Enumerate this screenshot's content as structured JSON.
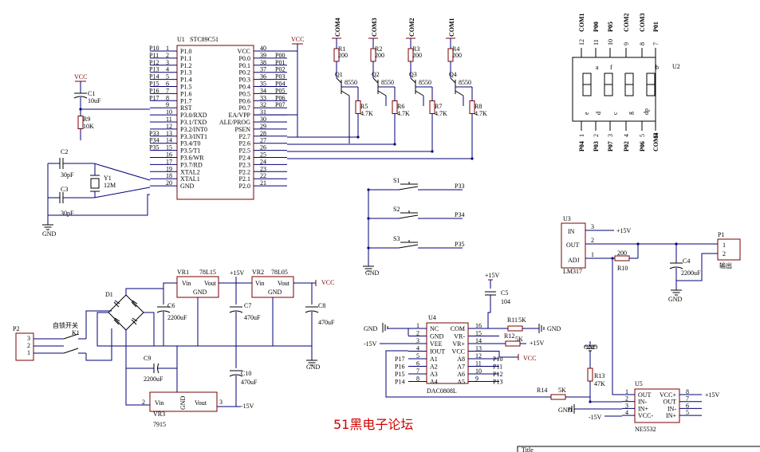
{
  "mcu": {
    "ref": "U1",
    "part": "STC89C51",
    "left_pins": [
      {
        "num": "1",
        "name": "P1.0",
        "net": "P10"
      },
      {
        "num": "2",
        "name": "P1.1",
        "net": "P11"
      },
      {
        "num": "3",
        "name": "P1.2",
        "net": "P12"
      },
      {
        "num": "4",
        "name": "P1.3",
        "net": "P13"
      },
      {
        "num": "5",
        "name": "P1.4",
        "net": "P14"
      },
      {
        "num": "6",
        "name": "P1.5",
        "net": "P15"
      },
      {
        "num": "7",
        "name": "P1.6",
        "net": "P16"
      },
      {
        "num": "8",
        "name": "P1.7",
        "net": "P17"
      },
      {
        "num": "9",
        "name": "RST",
        "net": ""
      },
      {
        "num": "10",
        "name": "P3.0/RXD",
        "net": ""
      },
      {
        "num": "11",
        "name": "P3.1/TXD",
        "net": ""
      },
      {
        "num": "12",
        "name": "P3.2/INT0",
        "net": ""
      },
      {
        "num": "13",
        "name": "P3.3/INT1",
        "net": "P33"
      },
      {
        "num": "14",
        "name": "P3.4/T0",
        "net": "P34"
      },
      {
        "num": "15",
        "name": "P3.5/T1",
        "net": "P35"
      },
      {
        "num": "16",
        "name": "P3.6/WR",
        "net": ""
      },
      {
        "num": "17",
        "name": "P3.7/RD",
        "net": ""
      },
      {
        "num": "19",
        "name": "XTAL2",
        "net": ""
      },
      {
        "num": "18",
        "name": "XTAL1",
        "net": ""
      },
      {
        "num": "20",
        "name": "GND",
        "net": ""
      }
    ],
    "right_pins": [
      {
        "num": "40",
        "name": "VCC",
        "net": ""
      },
      {
        "num": "39",
        "name": "P0.0",
        "net": "P00"
      },
      {
        "num": "38",
        "name": "P0.1",
        "net": "P01"
      },
      {
        "num": "37",
        "name": "P0.2",
        "net": "P02"
      },
      {
        "num": "36",
        "name": "P0.3",
        "net": "P03"
      },
      {
        "num": "35",
        "name": "P0.4",
        "net": "P04"
      },
      {
        "num": "34",
        "name": "P0.5",
        "net": "P05"
      },
      {
        "num": "33",
        "name": "P0.6",
        "net": "P06"
      },
      {
        "num": "32",
        "name": "P0.7",
        "net": "P07"
      },
      {
        "num": "31",
        "name": "EA/VPP",
        "net": ""
      },
      {
        "num": "30",
        "name": "ALE/PROG",
        "net": ""
      },
      {
        "num": "29",
        "name": "PSEN",
        "net": ""
      },
      {
        "num": "28",
        "name": "P2.7",
        "net": ""
      },
      {
        "num": "27",
        "name": "P2.6",
        "net": ""
      },
      {
        "num": "26",
        "name": "P2.5",
        "net": ""
      },
      {
        "num": "25",
        "name": "P2.4",
        "net": ""
      },
      {
        "num": "24",
        "name": "P2.3",
        "net": ""
      },
      {
        "num": "23",
        "name": "P2.2",
        "net": ""
      },
      {
        "num": "22",
        "name": "P2.1",
        "net": ""
      },
      {
        "num": "21",
        "name": "P2.0",
        "net": ""
      }
    ]
  },
  "labels": {
    "vcc": "VCC",
    "gnd": "GND",
    "p15v": "+15V",
    "m15v": "-15V",
    "c1": "C1",
    "c1v": "10uF",
    "r9": "R9",
    "r9v": "10K",
    "c2": "C2",
    "c2v": "30pF",
    "c3": "C3",
    "c3v": "30pF",
    "y1": "Y1",
    "y1v": "12M",
    "transistors": [
      {
        "com": "COM4",
        "r": "R1",
        "rv": "200",
        "q": "Q1",
        "qv": "8550",
        "rb": "R5",
        "rbv": "4.7K"
      },
      {
        "com": "COM3",
        "r": "R2",
        "rv": "200",
        "q": "Q2",
        "qv": "8550",
        "rb": "R6",
        "rbv": "4.7K"
      },
      {
        "com": "COM2",
        "r": "R3",
        "rv": "200",
        "q": "Q3",
        "qv": "8550",
        "rb": "R7",
        "rbv": "4.7K"
      },
      {
        "com": "COM1",
        "r": "R4",
        "rv": "200",
        "q": "Q4",
        "qv": "8550",
        "rb": "R8",
        "rbv": "4.7K"
      }
    ],
    "display": {
      "ref": "U2",
      "top_nums": [
        "12",
        "11",
        "10",
        "9",
        "8",
        "7"
      ],
      "top_nets": [
        "COM1",
        "P00",
        "P05",
        "COM2",
        "COM3",
        "P01"
      ],
      "inner_top": [
        "a",
        "f",
        "b"
      ],
      "inner_bot": [
        "e",
        "d",
        "c",
        "g",
        "dp"
      ],
      "bot_nums": [
        "1",
        "2",
        "3",
        "4",
        "5",
        "6"
      ],
      "bot_nets": [
        "P04",
        "P03",
        "P07",
        "P02",
        "P06",
        "COM4"
      ]
    },
    "switches": [
      {
        "ref": "S1",
        "net": "P33"
      },
      {
        "ref": "S2",
        "net": "P34"
      },
      {
        "ref": "S3",
        "net": "P35"
      }
    ],
    "lm317": {
      "ref": "U3",
      "part": "LM317",
      "in": "IN",
      "out": "OUT",
      "adj": "ADJ",
      "p3": "3",
      "p2": "2",
      "p1": "1",
      "r10": "R10",
      "r10v": "200",
      "c4": "C4",
      "c4v": "2200uF",
      "p1ref": "P1",
      "p1a": "1",
      "p1b": "2",
      "out_label": "输出"
    },
    "psu": {
      "p2": "P2",
      "p2n": [
        "3",
        "2",
        "1"
      ],
      "k1": "K1",
      "k1_label": "自锁开关",
      "d1": "D1",
      "vr1": "VR1",
      "vr1v": "78L15",
      "vr2": "VR2",
      "vr2v": "78L05",
      "vr3": "VR3",
      "vr3v": "7915",
      "vin": "Vin",
      "vout": "Vout",
      "gnd": "GND",
      "c6": "C6",
      "c6v": "2200uF",
      "c7": "C7",
      "c7v": "470uF",
      "c8": "C8",
      "c8v": "470uF",
      "c9": "C9",
      "c9v": "2200uF",
      "c10": "C10",
      "c10v": "470uF",
      "n2": "2",
      "n3": "3"
    },
    "dac": {
      "ref": "U4",
      "part": "DAC0808L",
      "left": [
        {
          "num": "1",
          "name": "NC"
        },
        {
          "num": "2",
          "name": "GND"
        },
        {
          "num": "3",
          "name": "VEE"
        },
        {
          "num": "4",
          "name": "IOUT"
        },
        {
          "num": "5",
          "name": "A1",
          "net": "P17"
        },
        {
          "num": "6",
          "name": "A2",
          "net": "P16"
        },
        {
          "num": "7",
          "name": "A3",
          "net": "P15"
        },
        {
          "num": "8",
          "name": "A4",
          "net": "P14"
        }
      ],
      "right": [
        {
          "num": "16",
          "name": "COM"
        },
        {
          "num": "15",
          "name": "VR-"
        },
        {
          "num": "14",
          "name": "VR+"
        },
        {
          "num": "13",
          "name": "VCC"
        },
        {
          "num": "12",
          "name": "A8",
          "net": "P10"
        },
        {
          "num": "11",
          "name": "A7",
          "net": "P11"
        },
        {
          "num": "10",
          "name": "A6",
          "net": "P12"
        },
        {
          "num": "9",
          "name": "A5",
          "net": "P13"
        }
      ],
      "c5": "C5",
      "c5v": "104",
      "r11": "R11",
      "r11v": "5K",
      "r12": "R12",
      "r12v": "5K"
    },
    "opamp": {
      "ref": "U5",
      "part": "NE5532",
      "left": [
        {
          "num": "1",
          "name": "OUT"
        },
        {
          "num": "2",
          "name": "IN-"
        },
        {
          "num": "3",
          "name": "IN+"
        },
        {
          "num": "4",
          "name": "VCC-"
        }
      ],
      "right": [
        {
          "num": "8",
          "name": "VCC+"
        },
        {
          "num": "7",
          "name": "OUT"
        },
        {
          "num": "6",
          "name": "IN-"
        },
        {
          "num": "5",
          "name": "IN+"
        }
      ],
      "r13": "R13",
      "r13v": "47K",
      "r14": "R14",
      "r14v": "5K"
    },
    "watermark": "51黑电子论坛",
    "corner": "Title"
  }
}
